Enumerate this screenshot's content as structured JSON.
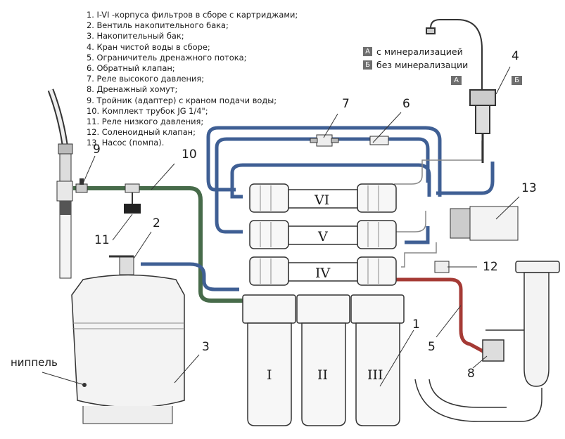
{
  "legend": {
    "items": [
      "1. I-VI -корпуса фильтров в сборе с картриджами;",
      "2. Вентиль накопительного бака;",
      "3. Накопительный бак;",
      "4. Кран чистой воды в сборе;",
      "5. Ограничитель дренажного потока;",
      "6. Обратный клапан;",
      "7. Реле высокого давления;",
      "8. Дренажный хомут;",
      "9. Тройник (адаптер) с краном подачи воды;",
      "10. Комплект трубок JG 1/4\";",
      "11. Реле низкого давления;",
      "12. Соленоидный клапан;",
      "13. Насос (помпа)."
    ]
  },
  "mineral_legend": {
    "a_letter": "А",
    "a_text": "с минерализацией",
    "b_letter": "Б",
    "b_text": "без минерализации"
  },
  "tap_labels": {
    "a": "А",
    "b": "Б"
  },
  "callouts": {
    "c1": "1",
    "c2": "2",
    "c3": "3",
    "c4": "4",
    "c5": "5",
    "c6": "6",
    "c7": "7",
    "c8": "8",
    "c9": "9",
    "c10": "10",
    "c11": "11",
    "c12": "12",
    "c13": "13"
  },
  "housings": {
    "top": [
      "VI",
      "V",
      "IV"
    ],
    "bottom": [
      "I",
      "II",
      "III"
    ]
  },
  "tank_label": "ниппель",
  "colors": {
    "blue_tube": "#3f5f94",
    "green_tube": "#476b4a",
    "red_tube": "#a53a35",
    "outline": "#2a2a2a",
    "grey": "#8a8a8a"
  }
}
